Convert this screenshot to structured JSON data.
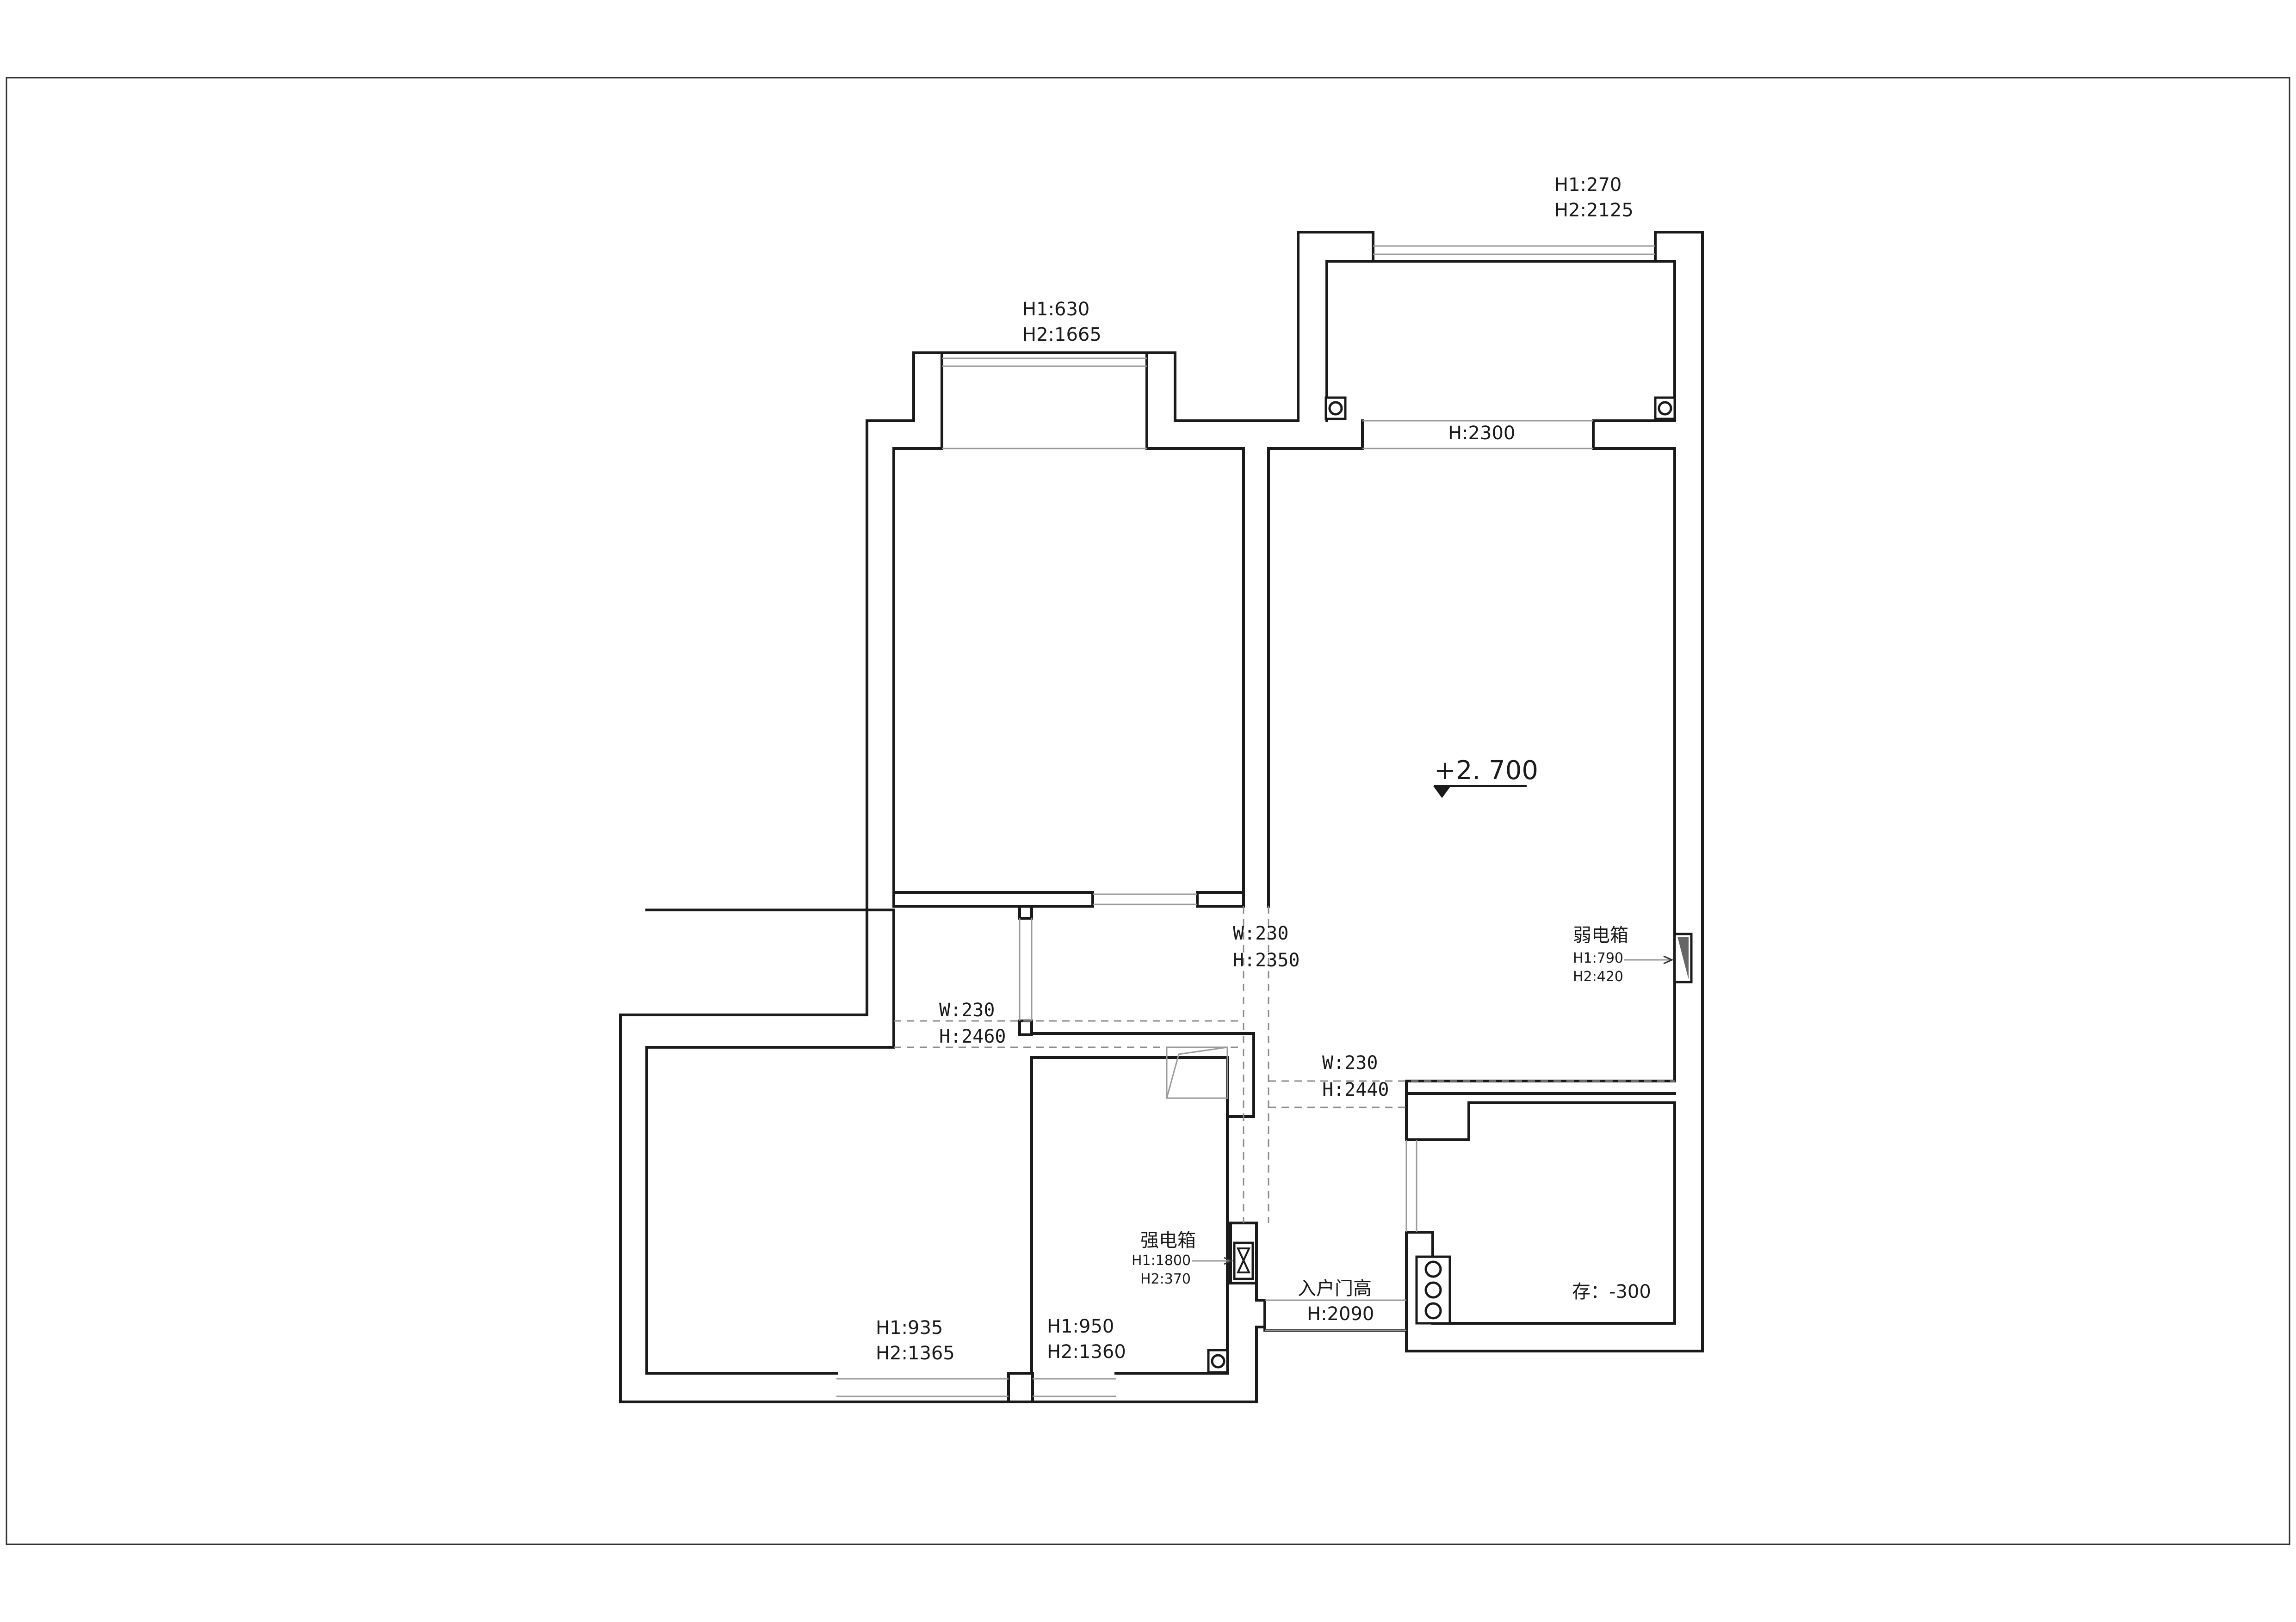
{
  "windows": {
    "top_right": {
      "h1": "H1:270",
      "h2": "H2:2125"
    },
    "top_left": {
      "h1": "H1:630",
      "h2": "H2:1665"
    },
    "bottom_left": {
      "h1": "H1:935",
      "h2": "H2:1365"
    },
    "bottom_mid": {
      "h1": "H1:950",
      "h2": "H2:1360"
    }
  },
  "openings": {
    "balcony": {
      "h": "H:2300"
    },
    "bedroom_door": {
      "w": "W:230",
      "h": "H:2350"
    },
    "left_door": {
      "w": "W:230",
      "h": "H:2460"
    },
    "right_door": {
      "w": "W:230",
      "h": "H:2440"
    },
    "entrance": {
      "label": "入户门高",
      "h": "H:2090"
    }
  },
  "level": {
    "value": "+2. 700"
  },
  "weak_box": {
    "label": "弱电箱",
    "h1": "H1:790",
    "h2": "H2:420"
  },
  "strong_box": {
    "label": "强电箱",
    "h1": "H1:1800",
    "h2": "H2:370"
  },
  "storage": {
    "label": "存：-300"
  }
}
